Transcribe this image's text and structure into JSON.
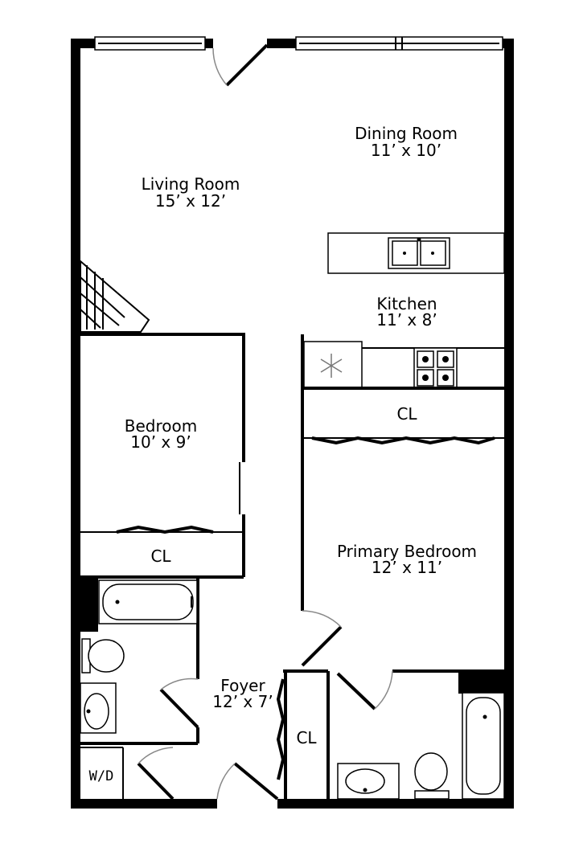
{
  "rooms": {
    "living": {
      "name": "Living Room",
      "size": "15’ x 12’"
    },
    "dining": {
      "name": "Dining Room",
      "size": "11’ x 10’"
    },
    "kitchen": {
      "name": "Kitchen",
      "size": "11’ x 8’"
    },
    "bedroom": {
      "name": "Bedroom",
      "size": "10’ x 9’"
    },
    "primary": {
      "name": "Primary Bedroom",
      "size": "12’ x 11’"
    },
    "foyer": {
      "name": "Foyer",
      "size": "12’ x 7’"
    }
  },
  "closets": {
    "kitchen_cl": "CL",
    "bedroom_cl": "CL",
    "foyer_cl": "CL"
  },
  "laundry": "W/D"
}
